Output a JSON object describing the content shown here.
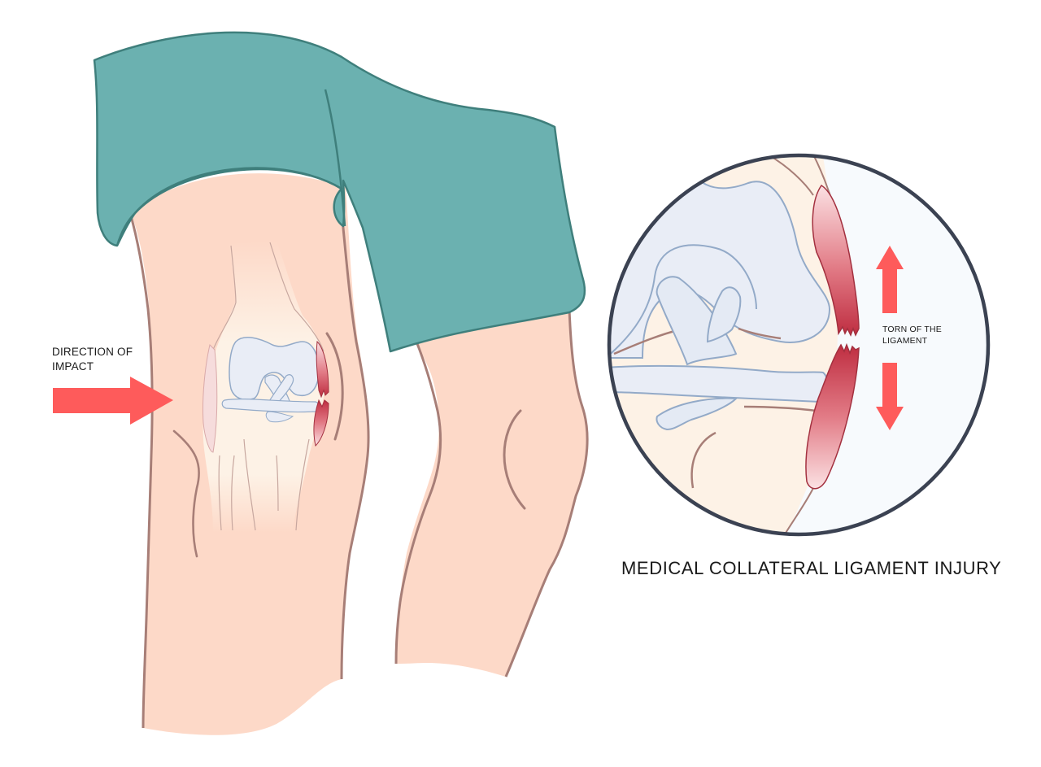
{
  "illustration": {
    "title": "MEDICAL COLLATERAL LIGAMENT INJURY",
    "impact_label_line1": "DIRECTION OF",
    "impact_label_line2": "IMPACT",
    "torn_label_line1": "TORN OF THE",
    "torn_label_line2": "LIGAMENT"
  },
  "colors": {
    "shorts": "#6bb1b0",
    "shorts_outline": "#3f7f7c",
    "skin": "#fdd9c8",
    "skin_outline": "#a77e77",
    "bone": "#fdf2e6",
    "cartilage": "#e9edf6",
    "cartilage_outline": "#93aac8",
    "ligament_red": "#c63b4c",
    "arrow_red": "#fe5b5b",
    "magnifier_ring": "#3b4252",
    "magnifier_bg": "#f7fafd",
    "text": "#1a1a1a"
  }
}
